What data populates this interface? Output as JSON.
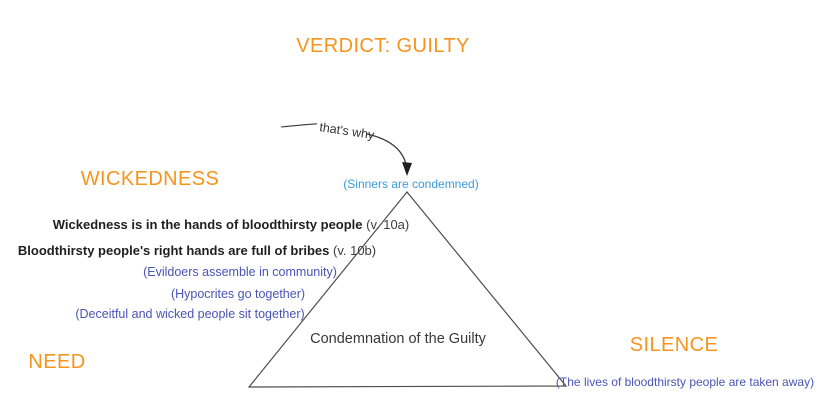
{
  "title": "VERDICT: GUILTY",
  "connector": {
    "label": "that's why"
  },
  "sections": {
    "wickedness": {
      "label": "WICKEDNESS"
    },
    "need": {
      "label": "NEED"
    },
    "silence": {
      "label": "SILENCE"
    }
  },
  "triangle": {
    "apex_note": "(Sinners are condemned)",
    "center_label": "Condemnation of the Guilty"
  },
  "notes": {
    "bold_lines": [
      {
        "bold": "Wickedness is in the hands of bloodthirsty people",
        "ref": " (v. 10a)"
      },
      {
        "bold": "Bloodthirsty people's right hands are full of bribes",
        "ref": " (v. 10b)"
      }
    ],
    "blue_lines": [
      "(Evildoers assemble in community)",
      "(Hypocrites go together)",
      "(Deceitful and wicked people sit together)"
    ],
    "silence_note": "(The lives of bloodthirsty people are taken away)"
  },
  "colors": {
    "orange": "#F7941D",
    "skyblue": "#3A9BD9",
    "indigo": "#4A54B6",
    "dark": "#383838",
    "line": "#4d4d4d",
    "bg": "#ffffff"
  }
}
